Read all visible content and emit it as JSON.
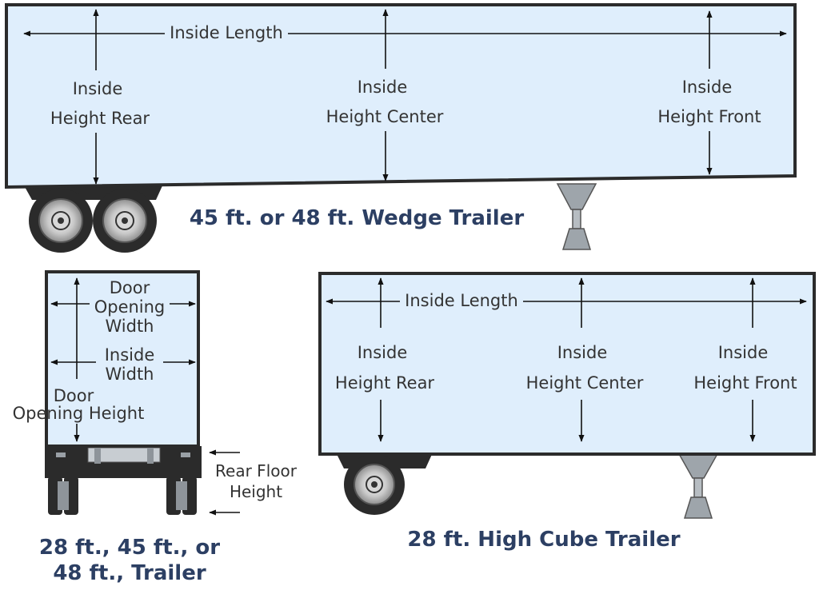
{
  "colors": {
    "trailer_body": "#dfeefc",
    "outline": "#2b2b2b",
    "caption_text": "#2c3f63",
    "label_text": "#333333"
  },
  "wedge_trailer": {
    "caption": "45 ft. or 48 ft. Wedge Trailer",
    "inside_length": "Inside Length",
    "height_rear": [
      "Inside",
      "Height Rear"
    ],
    "height_center": [
      "Inside",
      "Height Center"
    ],
    "height_front": [
      "Inside",
      "Height Front"
    ]
  },
  "rear_view": {
    "caption": [
      "28 ft., 45 ft., or",
      "48 ft., Trailer"
    ],
    "door_opening_width": [
      "Door",
      "Opening",
      "Width"
    ],
    "inside_width": [
      "Inside",
      "Width"
    ],
    "door_opening_height": [
      "Door",
      "Opening Height"
    ],
    "rear_floor_height": [
      "Rear Floor",
      "Height"
    ]
  },
  "high_cube_trailer": {
    "caption": "28 ft. High Cube Trailer",
    "inside_length": "Inside Length",
    "height_rear": [
      "Inside",
      "Height Rear"
    ],
    "height_center": [
      "Inside",
      "Height Center"
    ],
    "height_front": [
      "Inside",
      "Height Front"
    ]
  }
}
